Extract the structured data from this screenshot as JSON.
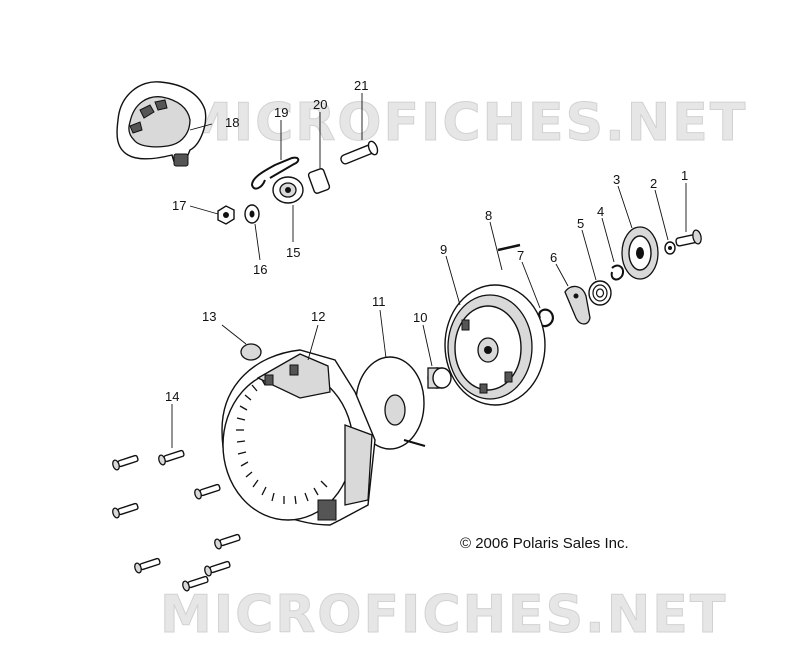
{
  "watermark": {
    "top_text": "MICROFICHES.NET",
    "bottom_text": "MICROFICHES.NET"
  },
  "copyright": "© 2006 Polaris Sales Inc.",
  "callouts": [
    "1",
    "2",
    "3",
    "4",
    "5",
    "6",
    "7",
    "8",
    "9",
    "10",
    "11",
    "12",
    "13",
    "14",
    "15",
    "16",
    "17",
    "18",
    "19",
    "20",
    "21"
  ]
}
